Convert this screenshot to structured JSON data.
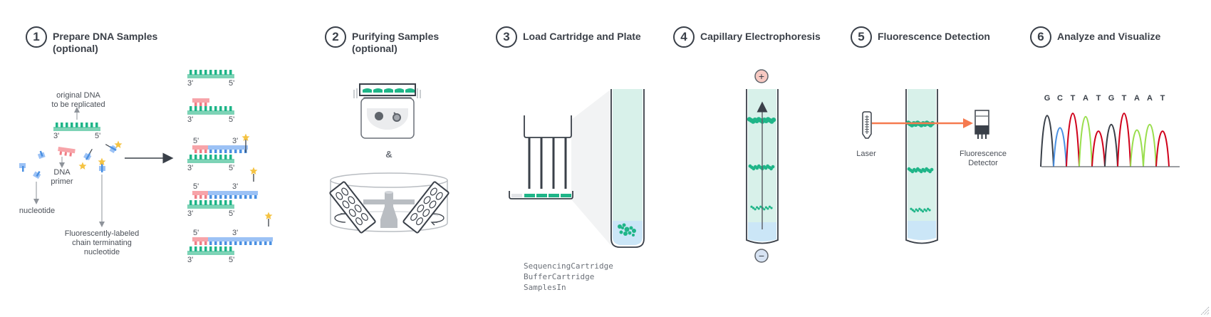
{
  "steps": [
    {
      "number": "1",
      "title": "Prepare DNA Samples",
      "subtitle": "(optional)"
    },
    {
      "number": "2",
      "title": "Purifying Samples",
      "subtitle": "(optional)"
    },
    {
      "number": "3",
      "title": "Load Cartridge and Plate",
      "subtitle": ""
    },
    {
      "number": "4",
      "title": "Capillary Electrophoresis",
      "subtitle": ""
    },
    {
      "number": "5",
      "title": "Fluorescence Detection",
      "subtitle": ""
    },
    {
      "number": "6",
      "title": "Analyze and Visualize",
      "subtitle": ""
    }
  ],
  "step1": {
    "original_dna_label": [
      "original DNA",
      "to be replicated"
    ],
    "primer_label": [
      "DNA",
      "primer"
    ],
    "nucleotide_label": "nucleotide",
    "terminator_label": [
      "Fluorescently-labeled",
      "chain terminating",
      "nucleotide"
    ],
    "end_3": "3'",
    "end_5": "5'"
  },
  "step2": {
    "and_label": "&"
  },
  "step3": {
    "files": [
      "SequencingCartridge",
      "BufferCartridge",
      "SamplesIn"
    ]
  },
  "step4": {
    "positive_symbol": "+",
    "negative_symbol": "−"
  },
  "step5": {
    "laser_label": "Laser",
    "detector_label": [
      "Fluorescence",
      "Detector"
    ]
  },
  "step6": {
    "bases": [
      "G",
      "C",
      "T",
      "A",
      "T",
      "G",
      "T",
      "A",
      "A",
      "T"
    ],
    "peak_heights": [
      0.92,
      0.7,
      0.96,
      0.9,
      0.64,
      0.76,
      0.96,
      0.66,
      0.76,
      0.64
    ],
    "base_colors": {
      "G": "#3a4049",
      "C": "#4a90e2",
      "T": "#d0021b",
      "A": "#9ade4e"
    }
  },
  "colors": {
    "template_dna": "#7dd3b6",
    "template_teeth": "#1fb588",
    "primer": "#f7a4a9",
    "primer_teeth": "#f07d85",
    "new_strand": "#9cc2f5",
    "new_strand_teeth": "#4a90e2",
    "star": "#f5c342",
    "laser": "#f57a4f",
    "capillary_fill": "#d8f1ea",
    "buffer_fill": "#cbe6f7",
    "positive": "#f7c9c2",
    "negative": "#d7e3f3"
  }
}
